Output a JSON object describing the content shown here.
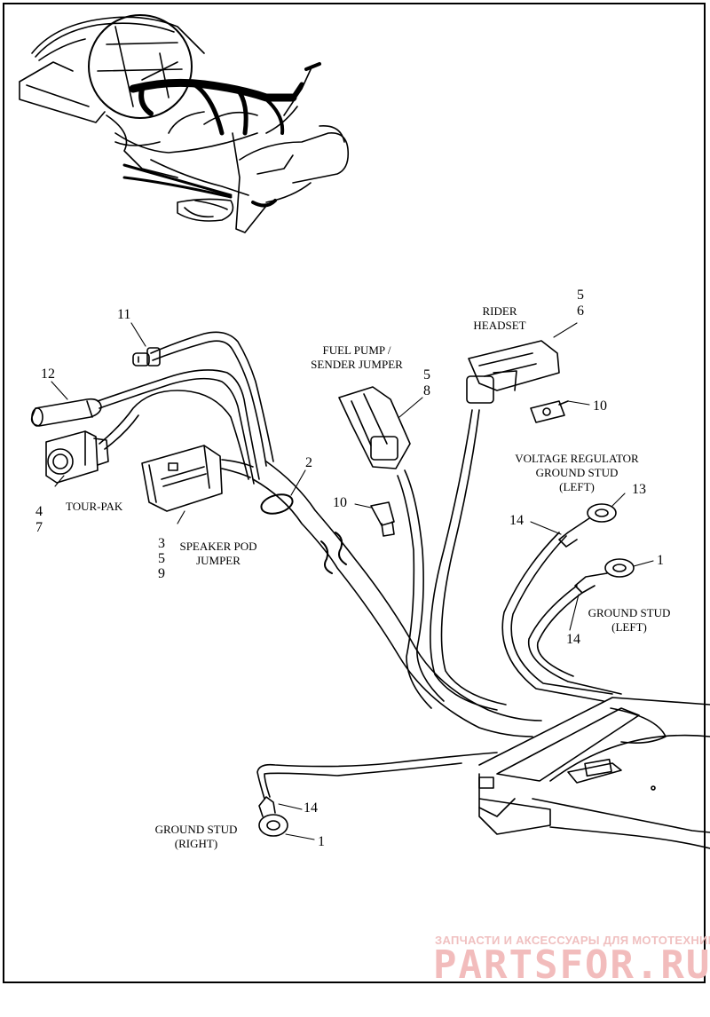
{
  "labels": {
    "rider_headset": [
      "RIDER",
      "HEADSET"
    ],
    "fuel_pump": [
      "FUEL PUMP /",
      "SENDER JUMPER"
    ],
    "voltage_regulator": [
      "VOLTAGE REGULATOR",
      "GROUND STUD",
      "(LEFT)"
    ],
    "ground_stud_left": [
      "GROUND STUD",
      "(LEFT)"
    ],
    "ground_stud_right": [
      "GROUND STUD",
      "(RIGHT)"
    ],
    "tour_pak": "TOUR-PAK",
    "speaker_pod": [
      "SPEAKER POD",
      "JUMPER"
    ]
  },
  "callouts": {
    "n11": "11",
    "n12": "12",
    "n4": "4",
    "n7": "7",
    "n3": "3",
    "n5a": "5",
    "n9": "9",
    "n2": "2",
    "n10a": "10",
    "n5b": "5",
    "n8": "8",
    "n5c": "5",
    "n6": "6",
    "n10b": "10",
    "n13": "13",
    "n14a": "14",
    "n1a": "1",
    "n14b": "14",
    "n14c": "14",
    "n1b": "1"
  },
  "watermark": {
    "line1": "ЗАПЧАСТИ И АКСЕССУАРЫ ДЛЯ МОТОТЕХНИКИ",
    "logo": "PARTSFOR.RU"
  },
  "colors": {
    "line": "#000000",
    "watermark": "#f0b8b8"
  }
}
